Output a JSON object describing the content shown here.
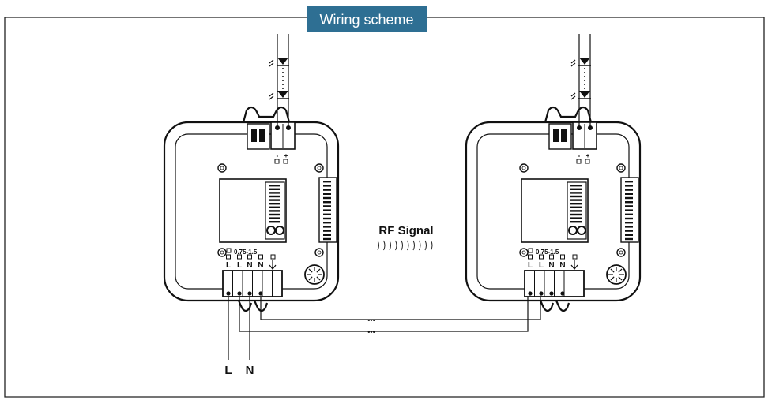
{
  "title": "Wiring scheme",
  "rf_label": "RF Signal",
  "line_label": "L",
  "neutral_label": "N",
  "ellipsis": "•••",
  "wire_gauge": "0.75-1.5",
  "terminal_labels": [
    "L",
    "L",
    "N",
    "N"
  ],
  "polarity": [
    "-",
    "+"
  ],
  "colors": {
    "title_bg": "#2e6f93",
    "title_text": "#ffffff",
    "line": "#111111"
  }
}
